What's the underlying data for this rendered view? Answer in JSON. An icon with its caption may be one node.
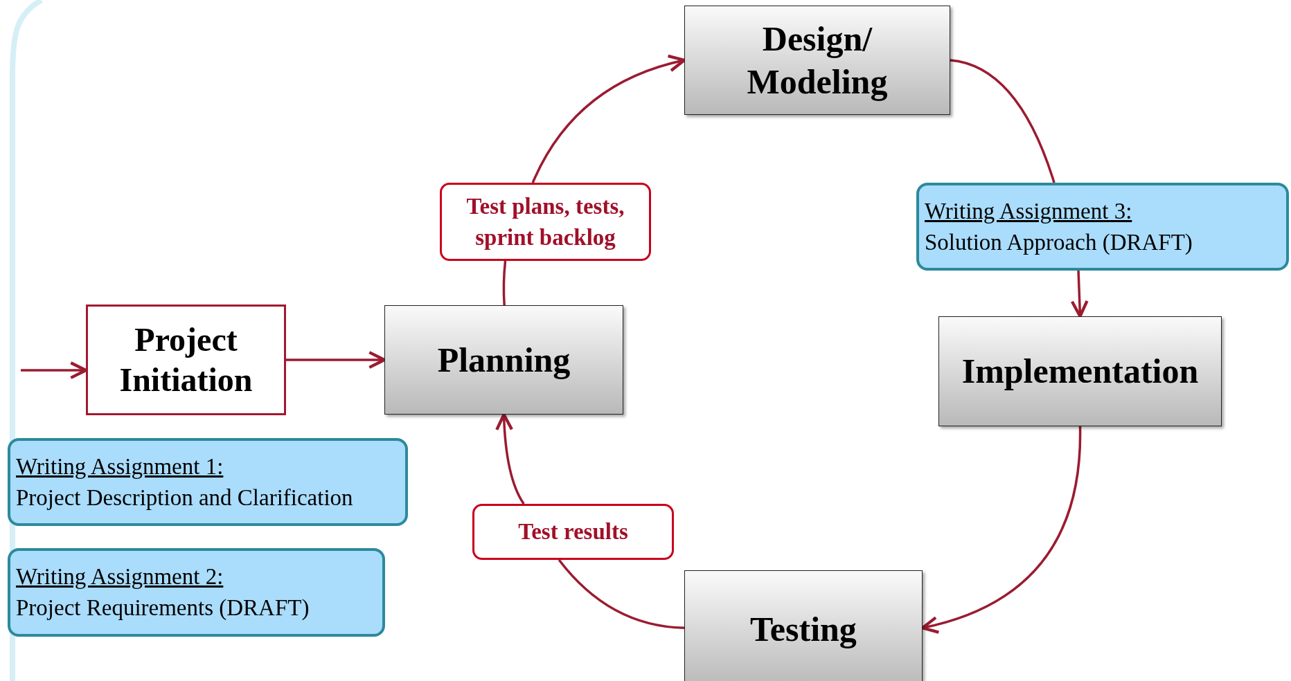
{
  "diagram": {
    "nodes": [
      {
        "text": [
          "Project Initiation"
        ]
      },
      {
        "text": [
          "Planning"
        ]
      },
      {
        "text": [
          "Test plans, tests, sprint backlog"
        ]
      },
      {
        "text": [
          "Design/ Modeling"
        ]
      },
      {
        "text": [
          "Writing Assignment 3:",
          "Solution Approach (DRAFT)"
        ]
      },
      {
        "text": [
          "Implementation"
        ]
      },
      {
        "text": [
          "Testing"
        ]
      },
      {
        "text": [
          "Test results"
        ]
      },
      {
        "text": [
          "Writing Assignment 1:",
          "Project Description and Clarification"
        ]
      },
      {
        "text": [
          "Writing Assignment 2:",
          "Project Requirements (DRAFT)"
        ]
      }
    ],
    "edges": [
      {
        "from": null,
        "to": 0,
        "arrow": "to"
      },
      {
        "from": 0,
        "to": 1,
        "arrow": "to"
      },
      {
        "from": 1,
        "to": 2,
        "arrow": "none"
      },
      {
        "from": 2,
        "to": 3,
        "arrow": "to"
      },
      {
        "from": 3,
        "to": 4,
        "arrow": "none"
      },
      {
        "from": 4,
        "to": 5,
        "arrow": "to"
      },
      {
        "from": 5,
        "to": 6,
        "arrow": "to"
      },
      {
        "from": 6,
        "to": 7,
        "arrow": "none"
      },
      {
        "from": 7,
        "to": 1,
        "arrow": "to"
      }
    ]
  }
}
